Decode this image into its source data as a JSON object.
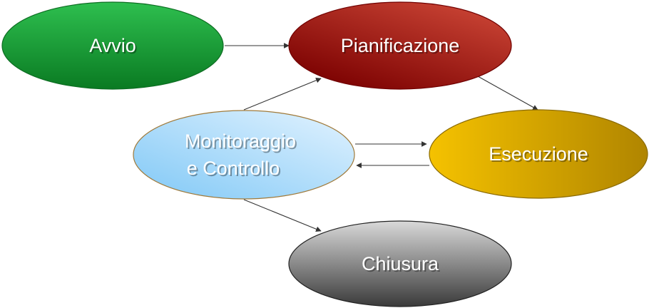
{
  "diagram": {
    "nodes": [
      {
        "id": "avvio",
        "label": "Avvio",
        "colors": {
          "light": "#2ebf4f",
          "dark": "#0a7a22",
          "stroke": "#0d6d22"
        }
      },
      {
        "id": "pianificazione",
        "label": "Pianificazione",
        "colors": {
          "light": "#d24b3a",
          "dark": "#7a0000",
          "stroke": "#700000"
        }
      },
      {
        "id": "monitoraggio",
        "label_line1": "Monitoraggio",
        "label_line2": "e Controllo",
        "colors": {
          "light": "#e3f3ff",
          "dark": "#80c8f6",
          "stroke": "#a07a3a"
        }
      },
      {
        "id": "esecuzione",
        "label": "Esecuzione",
        "colors": {
          "light": "#f5c200",
          "dark": "#b08500",
          "stroke": "#8a6a00"
        }
      },
      {
        "id": "chiusura",
        "label": "Chiusura",
        "colors": {
          "light": "#d9d9d9",
          "dark": "#3a3a3a",
          "stroke": "#222222"
        }
      }
    ],
    "edges": [
      {
        "from": "avvio",
        "to": "pianificazione"
      },
      {
        "from": "pianificazione",
        "to": "esecuzione"
      },
      {
        "from": "monitoraggio",
        "to": "pianificazione"
      },
      {
        "from": "monitoraggio",
        "to": "esecuzione"
      },
      {
        "from": "esecuzione",
        "to": "monitoraggio"
      },
      {
        "from": "monitoraggio",
        "to": "chiusura"
      }
    ]
  }
}
